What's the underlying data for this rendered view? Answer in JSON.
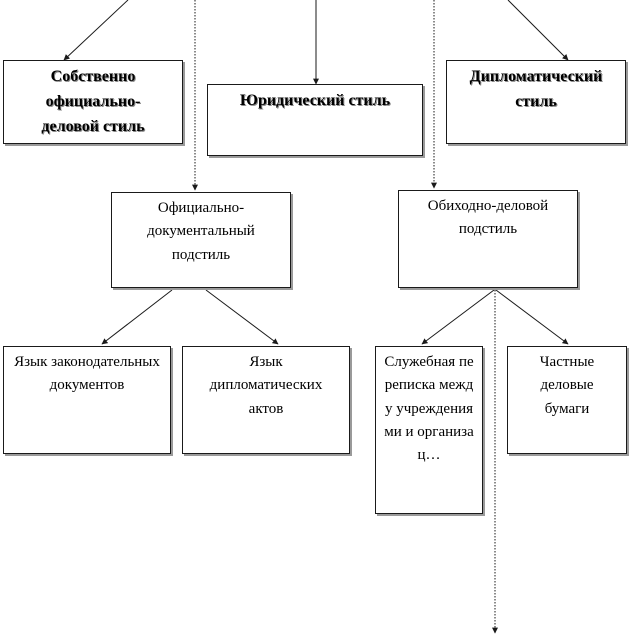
{
  "boxes": {
    "own_official_style": "Собственно официально-деловой стиль",
    "legal_style": "Юридический стиль",
    "diplomatic_style": "Дипломатический стиль",
    "official_documentary_substyle": "Официально-документальный подстиль",
    "everyday_business_substyle": "Обиходно-деловой подстиль",
    "legislative_language": "Язык законодательных документов",
    "diplomatic_acts_language": "Язык дипломатических актов",
    "official_correspondence": "Служебная переписка между учреждениями и организац…",
    "private_business_papers": "Частные деловые бумаги"
  },
  "colors": {
    "stroke": "#1a1a1a",
    "shadow": "#9a9a9a"
  }
}
